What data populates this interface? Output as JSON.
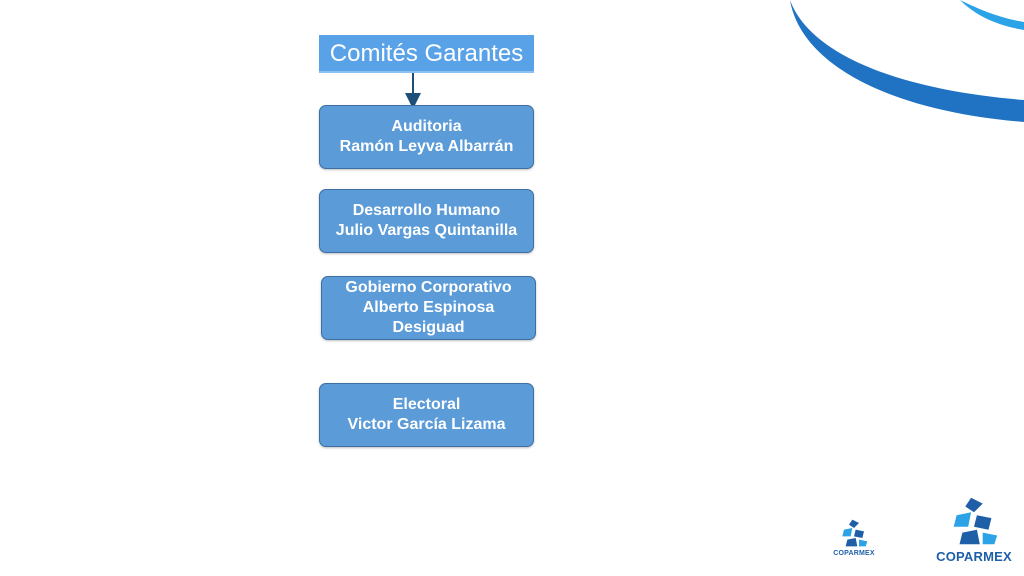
{
  "header": {
    "title": "Comités Garantes"
  },
  "nodes": [
    {
      "lines": [
        "Auditoria",
        "Ramón Leyva Albarrán"
      ]
    },
    {
      "lines": [
        "Desarrollo Humano",
        "Julio Vargas Quintanilla"
      ]
    },
    {
      "lines": [
        "Gobierno Corporativo",
        "Alberto Espinosa",
        "Desiguad"
      ]
    },
    {
      "lines": [
        "Electoral",
        "Victor García Lizama"
      ]
    }
  ],
  "logos": {
    "small": "COPARMEX",
    "large": "COPARMEX"
  },
  "colors": {
    "header": "#5aa2e8",
    "node": "#5b9bd8",
    "node_border": "#3d6fa3",
    "connector": "#1f4e79",
    "swoosh_dark": "#1f73c2",
    "swoosh_light": "#2ba3e6",
    "logo": "#1f5fa8"
  }
}
